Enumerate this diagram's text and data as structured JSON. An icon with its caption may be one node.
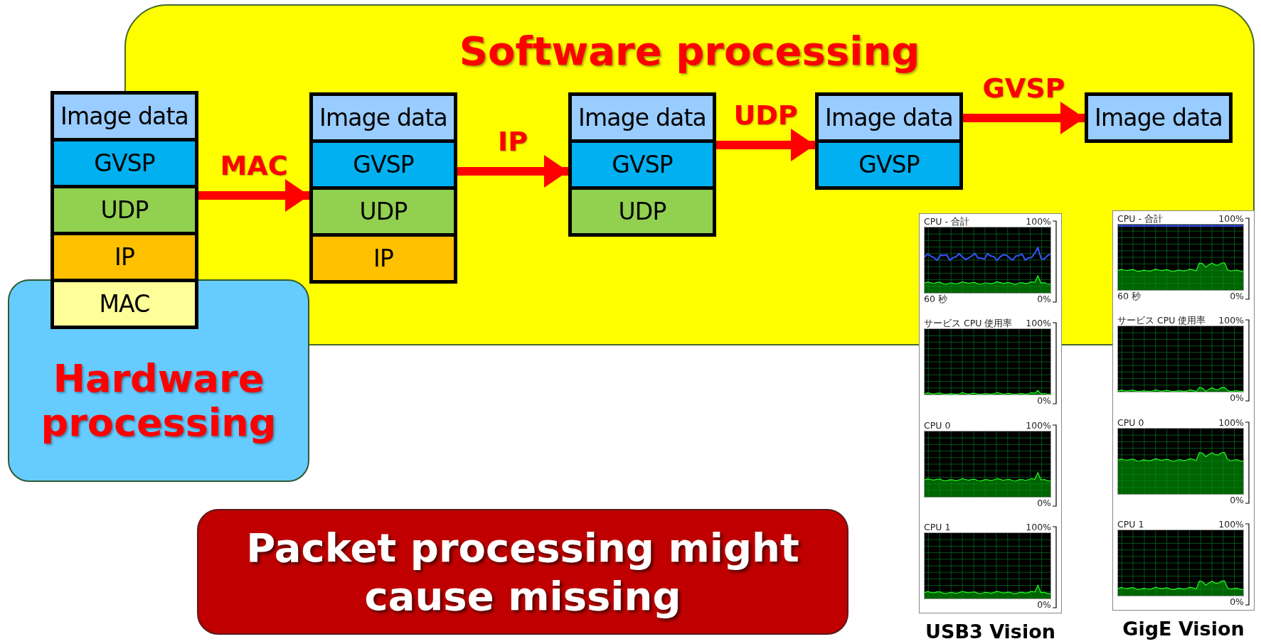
{
  "diagram": {
    "nodes": [
      {
        "text": [
          "Software processing"
        ]
      },
      {
        "text": [
          "Hardware processing"
        ]
      },
      {
        "text": [],
        "shape": "box"
      },
      {
        "text": [
          "Image data"
        ],
        "in": 2
      },
      {
        "text": [
          "GVSP"
        ],
        "in": 2
      },
      {
        "text": [
          "UDP"
        ],
        "in": 2
      },
      {
        "text": [
          "IP"
        ],
        "in": 2
      },
      {
        "text": [
          "MAC"
        ],
        "in": 1
      },
      {
        "text": [],
        "shape": "box",
        "in": 0
      },
      {
        "text": [
          "Image data"
        ],
        "in": 8
      },
      {
        "text": [
          "GVSP"
        ],
        "in": 8
      },
      {
        "text": [
          "UDP"
        ],
        "in": 8
      },
      {
        "text": [
          "IP"
        ],
        "in": 8
      },
      {
        "text": [],
        "shape": "box",
        "in": 0
      },
      {
        "text": [
          "Image data"
        ],
        "in": 13
      },
      {
        "text": [
          "GVSP"
        ],
        "in": 13
      },
      {
        "text": [
          "UDP"
        ],
        "in": 13
      },
      {
        "text": [],
        "shape": "box",
        "in": 0
      },
      {
        "text": [
          "Image data"
        ],
        "in": 17
      },
      {
        "text": [
          "GVSP"
        ],
        "in": 17
      },
      {
        "text": [],
        "shape": "box",
        "in": 0
      },
      {
        "text": [
          "Image data"
        ],
        "in": 20
      },
      {
        "text": [
          "Packet processing might cause missing"
        ]
      }
    ],
    "edges": [
      {
        "from": 2,
        "to": 8,
        "arrow": "to",
        "label": "MAC"
      },
      {
        "from": 8,
        "to": 13,
        "arrow": "to",
        "label": "IP"
      },
      {
        "from": 13,
        "to": 17,
        "arrow": "to",
        "label": "UDP"
      },
      {
        "from": 17,
        "to": 20,
        "arrow": "to",
        "label": "GVSP"
      }
    ],
    "labels": [
      "CPU - 合計",
      "100%",
      "60 秒",
      "0%",
      "サービス CPU 使用率",
      "100%",
      "0%",
      "CPU 0",
      "100%",
      "0%",
      "CPU 1",
      "100%",
      "0%",
      "USB3 Vision",
      "CPU - 合計",
      "100%",
      "60 秒",
      "0%",
      "サービス CPU 使用率",
      "100%",
      "0%",
      "CPU 0",
      "100%",
      "0%",
      "CPU 1",
      "100%",
      "0%",
      "GigE Vision"
    ]
  }
}
